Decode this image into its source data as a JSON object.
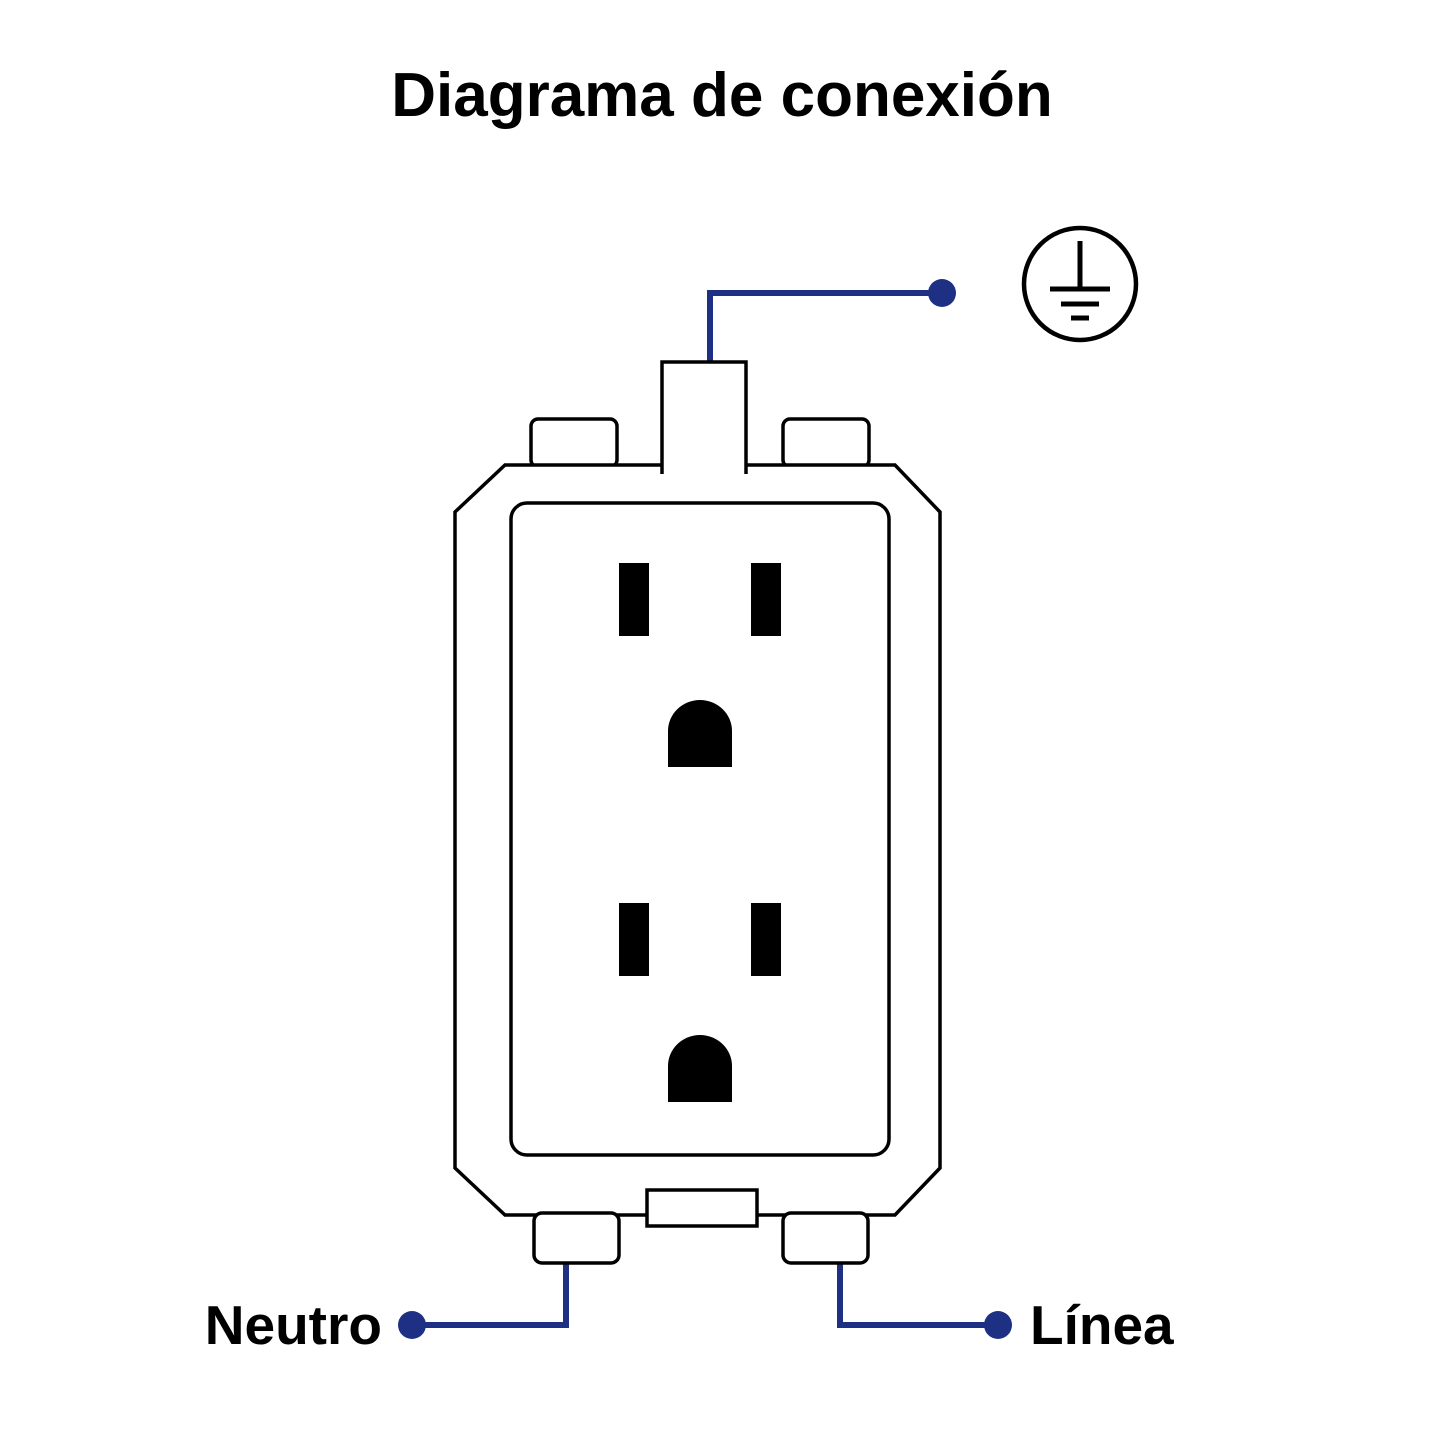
{
  "title": "Diagrama de conexión",
  "labels": {
    "neutral": "Neutro",
    "line": "Línea"
  },
  "icons": {
    "ground": "earth-ground-symbol"
  },
  "colors": {
    "wire": "#1e3083",
    "dot": "#1e3083",
    "outline": "#000000"
  }
}
